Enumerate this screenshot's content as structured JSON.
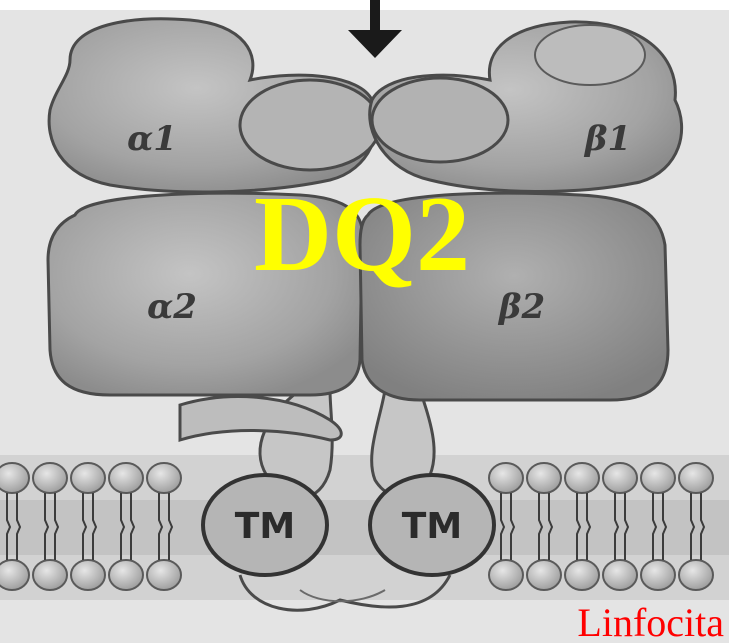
{
  "diagram": {
    "labels": {
      "alpha1": "α1",
      "beta1": "β1",
      "alpha2": "α2",
      "beta2": "β2",
      "tm_left": "TM",
      "tm_right": "TM"
    },
    "title": "DQ2",
    "cell_label": "Linfocita",
    "colors": {
      "title": "#ffff00",
      "cell_label": "#ff0000",
      "domain_fill": "#a8a8a8",
      "background": "#ffffff"
    },
    "icons": [
      "down-arrow-icon"
    ]
  }
}
